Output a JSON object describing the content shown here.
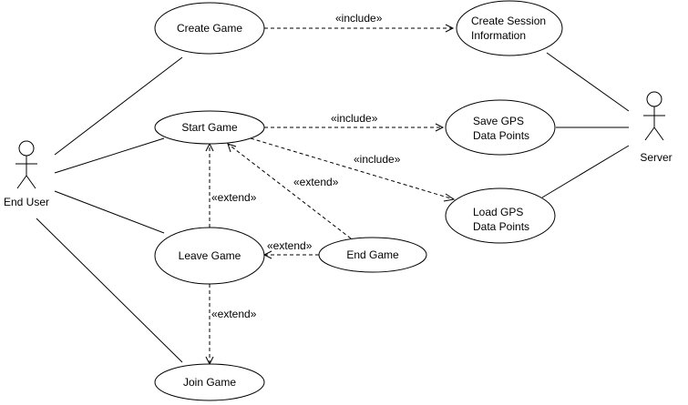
{
  "actors": {
    "end_user": "End User",
    "server": "Server"
  },
  "use_cases": {
    "create_game": "Create Game",
    "start_game": "Start Game",
    "leave_game": "Leave Game",
    "join_game": "Join Game",
    "end_game": "End Game",
    "create_session": [
      "Create Session",
      "Information"
    ],
    "save_gps": [
      "Save GPS",
      "Data Points"
    ],
    "load_gps": [
      "Load GPS",
      "Data Points"
    ]
  },
  "relations": {
    "include": "«include»",
    "extend": "«extend»"
  }
}
